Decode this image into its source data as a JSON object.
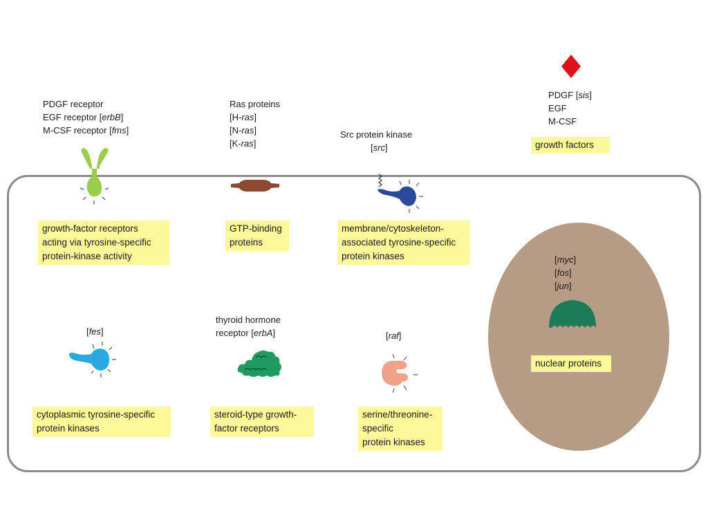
{
  "colors": {
    "receptor_green": "#9acd4c",
    "ras_brown": "#8b4b32",
    "src_blue": "#2a4a9c",
    "fes_cyan": "#2aa9e0",
    "erbA_green": "#1f9a60",
    "raf_salmon": "#f2a08a",
    "nuclear_green": "#1e7b5a",
    "nucleus_brown": "#b79c85",
    "label_yellow": "#fdf89a",
    "growth_factor_red": "#e0101a"
  },
  "icons": [
    "receptor-y-shape-icon",
    "ras-protein-icon",
    "src-kinase-icon",
    "fes-kinase-icon",
    "erbA-receptor-icon",
    "raf-kinase-icon",
    "nuclear-protein-icon",
    "growth-factor-diamond-icon"
  ],
  "labels": {
    "receptors": {
      "line1": "PDGF receptor",
      "line2_pre": "EGF receptor [",
      "line2_gene": "erbB",
      "line2_post": "]",
      "line3_pre": "M-CSF receptor [",
      "line3_gene": "fms",
      "line3_post": "]"
    },
    "ras": {
      "line1": "Ras proteins",
      "line2_pre": "[H-",
      "line2_gene": "ras",
      "line2_post": "]",
      "line3_pre": "[N-",
      "line3_gene": "ras",
      "line3_post": "]",
      "line4_pre": "[K-",
      "line4_gene": "ras",
      "line4_post": "]"
    },
    "src": {
      "line1": "Src protein kinase",
      "line2_pre": "[",
      "line2_gene": "src",
      "line2_post": "]"
    },
    "growth_factors": {
      "line1_pre": "PDGF [",
      "line1_gene": "sis",
      "line1_post": "]",
      "line2": "EGF",
      "line3": "M-CSF"
    },
    "fes": {
      "pre": "[",
      "gene": "fes",
      "post": "]"
    },
    "thyroid": {
      "line1": "thyroid hormone",
      "line2_pre": "receptor [",
      "line2_gene": "erbA",
      "line2_post": "]"
    },
    "raf": {
      "pre": "[",
      "gene": "raf",
      "post": "]"
    },
    "nuclear": {
      "myc_pre": "[",
      "myc_gene": "myc",
      "myc_post": "]",
      "fos_pre": "[",
      "fos_gene": "fos",
      "fos_post": "]",
      "jun_pre": "[",
      "jun_gene": "jun",
      "jun_post": "]"
    }
  },
  "boxes": {
    "receptors": [
      "growth-factor receptors",
      "acting via tyrosine-specific",
      "protein-kinase activity"
    ],
    "gtp": [
      "GTP-binding",
      "proteins"
    ],
    "membrane": [
      "membrane/cytoskeleton-",
      "associated tyrosine-specific",
      "protein kinases"
    ],
    "growth_factors": [
      "growth factors"
    ],
    "cytoplasmic": [
      "cytoplasmic tyrosine-specific",
      "protein kinases"
    ],
    "steroid": [
      "steroid-type growth-",
      "factor receptors"
    ],
    "serine": [
      "serine/threonine-",
      "specific",
      "protein kinases"
    ],
    "nuclear": [
      "nuclear proteins"
    ]
  }
}
